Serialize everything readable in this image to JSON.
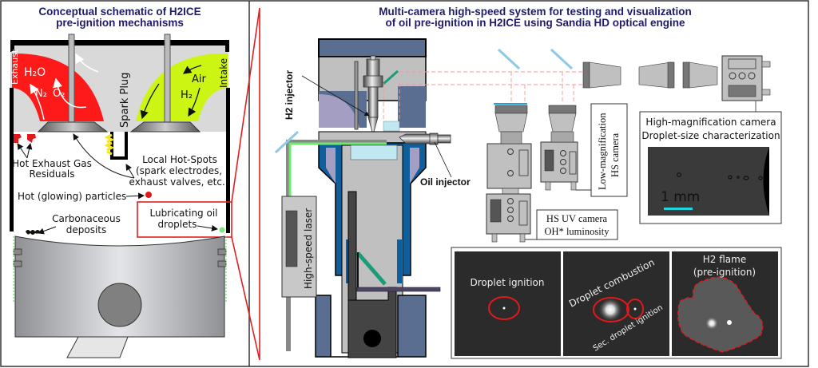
{
  "left_panel": {
    "title_line1": "Conceptual schematic of H2ICE",
    "title_line2": "pre-ignition mechanisms",
    "labels": {
      "exhaust": "Exhaust",
      "h2o": "H₂O",
      "n2": "N₂",
      "o2": "O₂",
      "spark_plug": "Spark Plug",
      "air": "Air",
      "h2": "H₂",
      "intake": "Intake",
      "hot_exhaust_1": "Hot Exhaust Gas",
      "hot_exhaust_2": "Residuals",
      "hot_spots_1": "Local Hot-Spots",
      "hot_spots_2": "(spark electrodes,",
      "hot_spots_3": "exhaust valves, etc.)",
      "hot_particles": "Hot (glowing) particles",
      "lub_oil_1": "Lubricating oil",
      "lub_oil_2": "droplets",
      "carbon_1": "Carbonaceous",
      "carbon_2": "deposits"
    }
  },
  "right_panel": {
    "title_line1": "Multi-camera high-speed system for testing and visualization",
    "title_line2": "of oil pre-ignition in H2ICE using Sandia HD optical engine",
    "labels": {
      "h2_injector": "H2 injector",
      "oil_injector": "Oil injector",
      "hs_laser": "High-speed laser",
      "low_mag_1": "Low-magnification",
      "low_mag_2": "HS camera",
      "uv_cam_1": "HS UV camera",
      "uv_cam_2": "OH* luminosity",
      "high_mag_1": "High-magnification camera",
      "high_mag_2": "Droplet-size characterization",
      "scale_bar": "1 mm"
    },
    "images": [
      {
        "label": "Droplet ignition"
      },
      {
        "label": "Droplet combustion",
        "sub_label": "Sec. droplet ignition"
      },
      {
        "label_line1": "H2 flame",
        "label_line2": "(pre-ignition)"
      }
    ]
  },
  "colors": {
    "title": "#1f1b6b",
    "exhaust_red": "#ff1a1a",
    "intake_green": "#ccf514",
    "engine_blue": "#5a6e92",
    "liner_blue": "#0e5f9c",
    "laser_green": "#6ee86e",
    "mirror_blue": "#8ec9e6",
    "window_cyan": "#bfe8f2",
    "scale_cyan": "#22d3e0",
    "highlight_red": "#e02020"
  }
}
